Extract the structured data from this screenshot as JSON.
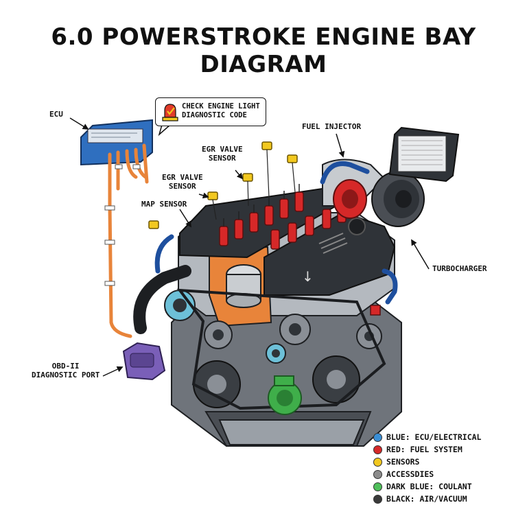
{
  "title": "6.0 POWERSTROKE ENGINE BAY DIAGRAM",
  "labels": {
    "ecu": "ECU",
    "check_engine_line1": "CHECK ENGINE LIGHT",
    "check_engine_line2": "DIAGNOSTIC CODE",
    "fuel_injector": "FUEL INJECTOR",
    "egr_upper_line1": "EGR VALVE",
    "egr_upper_line2": "SENSOR",
    "egr_lower_line1": "EGR VALVE",
    "egr_lower_line2": "SENSOR",
    "map_sensor": "MAP SENSOR",
    "turbocharger": "TURBOCHARGER",
    "obd_line1": "OBD-II",
    "obd_line2": "DIAGNOSTIC PORT"
  },
  "legend": [
    {
      "label": "BLUE: ECU/ELECTRICAL",
      "color": "#3a8fd6"
    },
    {
      "label": "RED: FUEL SYSTEM",
      "color": "#d62828"
    },
    {
      "label": "SENSORS",
      "color": "#f2c81f"
    },
    {
      "label": "ACCESSDIES",
      "color": "#8c8c8c"
    },
    {
      "label": "DARK BLUE: COULANT",
      "color": "#4fbf5a"
    },
    {
      "label": "BLACK: AIR/VACUUM",
      "color": "#3a3a3a"
    }
  ],
  "colors": {
    "ecu_blue": "#2f6fbf",
    "fuel_red": "#d62828",
    "sensor_yellow": "#f2c81f",
    "harness_orange": "#e8843a",
    "engine_dark": "#2f3338",
    "engine_grey": "#8a8f96",
    "coolant_green": "#3fae4a",
    "obd_purple": "#7a5fb8"
  }
}
